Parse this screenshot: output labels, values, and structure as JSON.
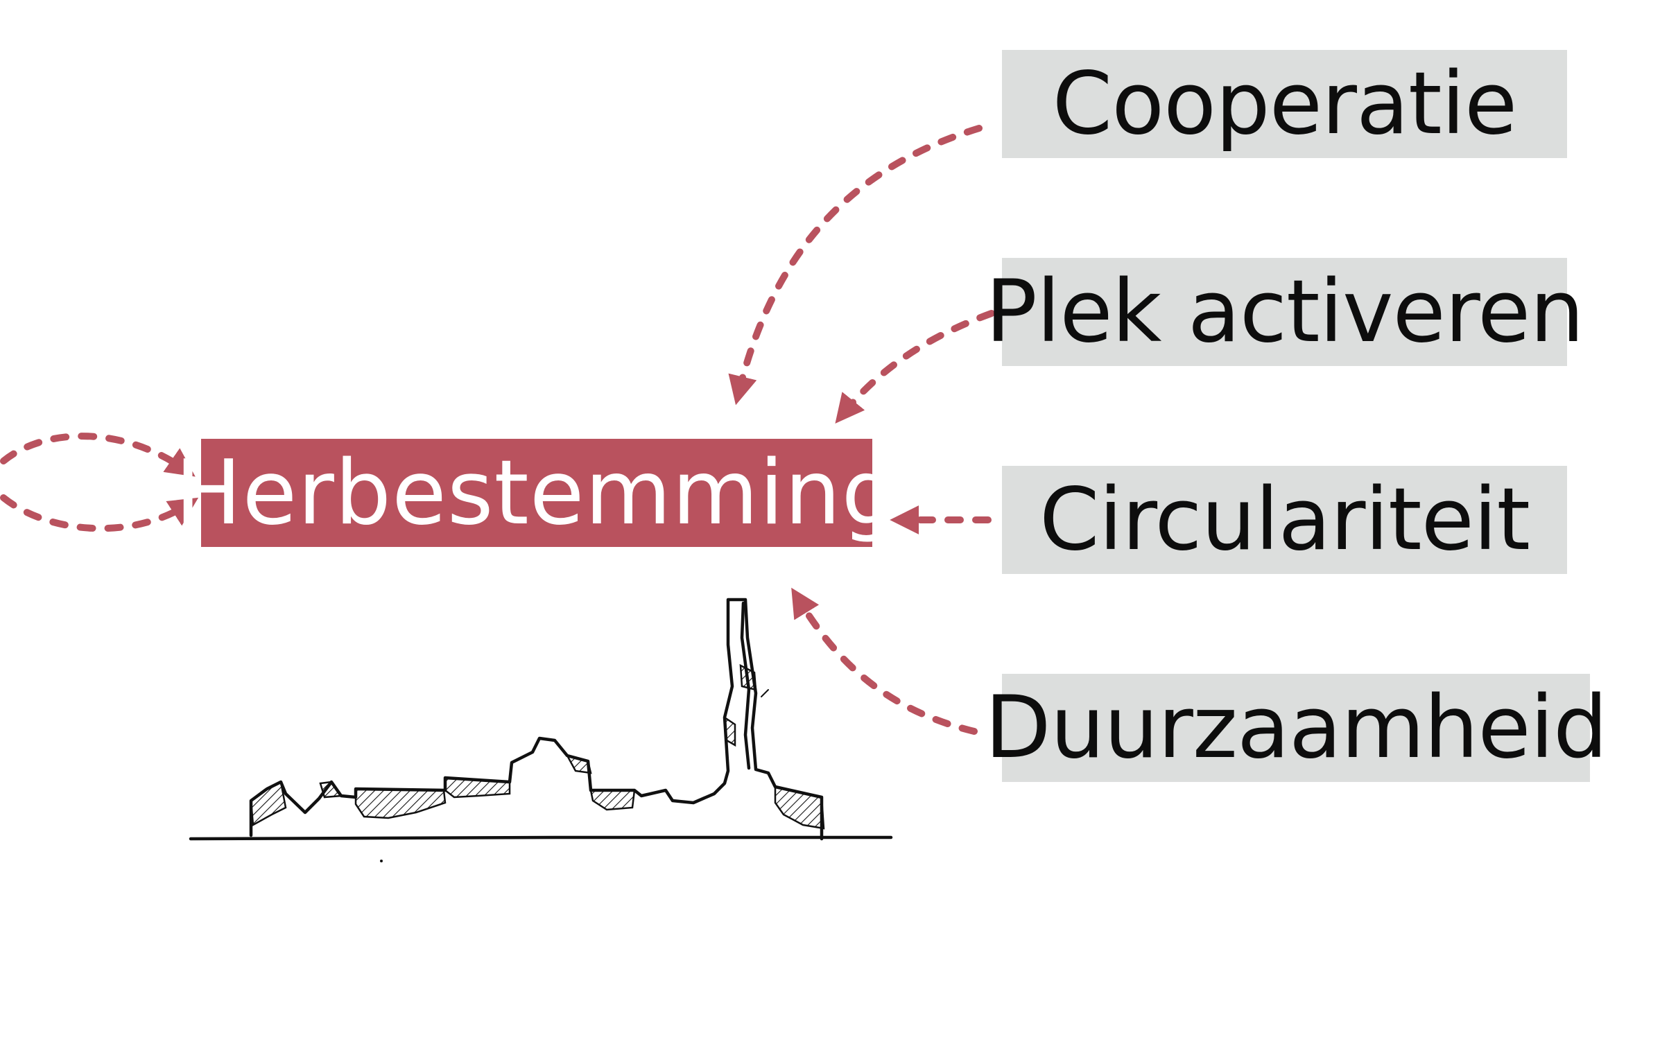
{
  "central": {
    "label": "Herbestemming",
    "color": "#b9525e"
  },
  "inputs": [
    {
      "label": "Cooperatie"
    },
    {
      "label": "Plek activeren"
    },
    {
      "label": "Circulariteit"
    },
    {
      "label": "Duurzaamheid"
    }
  ],
  "colors": {
    "box_background": "#dcdedd",
    "arrow": "#b9525e",
    "sketch": "#111111"
  }
}
